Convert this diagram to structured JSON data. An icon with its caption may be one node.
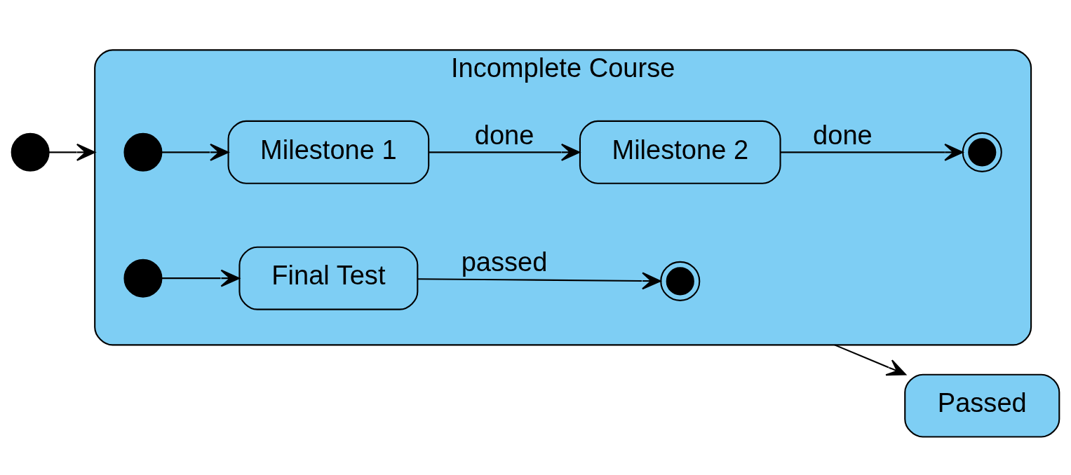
{
  "diagram": {
    "nodes": [
      {
        "text": [],
        "shape": "circle"
      },
      {
        "text": [
          "Incomplete Course"
        ]
      },
      {
        "text": [],
        "shape": "circle",
        "in": 1
      },
      {
        "text": [
          "Milestone 1"
        ],
        "in": 1
      },
      {
        "text": [
          "Milestone 2"
        ],
        "in": 1
      },
      {
        "text": [],
        "shape": "bullseye",
        "in": 1
      },
      {
        "text": [],
        "shape": "circle",
        "in": 1
      },
      {
        "text": [
          "Final Test"
        ],
        "in": 1
      },
      {
        "text": [],
        "shape": "bullseye",
        "in": 1
      },
      {
        "text": [
          "Passed"
        ]
      }
    ],
    "edges": [
      {
        "from": 0,
        "to": 1,
        "arrow": "to"
      },
      {
        "from": 2,
        "to": 3,
        "arrow": "to"
      },
      {
        "from": 3,
        "to": 4,
        "label": "done",
        "arrow": "to"
      },
      {
        "from": 4,
        "to": 5,
        "label": "done",
        "arrow": "to"
      },
      {
        "from": 6,
        "to": 7,
        "arrow": "to"
      },
      {
        "from": 7,
        "to": 8,
        "label": "passed",
        "arrow": "to"
      },
      {
        "from": 1,
        "to": 9,
        "arrow": "to"
      }
    ]
  }
}
